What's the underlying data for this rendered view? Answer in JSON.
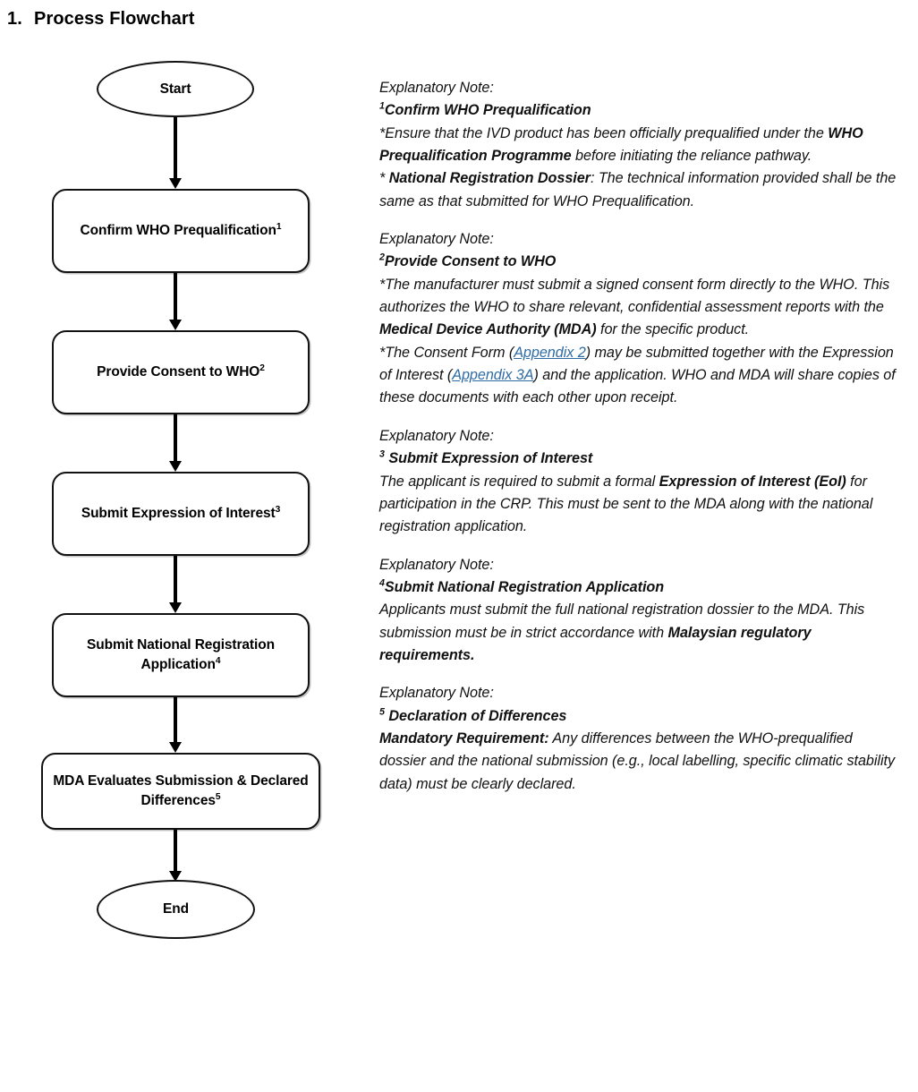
{
  "page": {
    "section_number": "1.",
    "title": "Process Flowchart"
  },
  "flowchart": {
    "type": "flowchart",
    "orientation": "top-to-bottom",
    "nodes": [
      {
        "id": "start",
        "shape": "ellipse",
        "label": "Start",
        "superscript": ""
      },
      {
        "id": "confirm-who-prequalification",
        "shape": "rounded-rect",
        "label": "Confirm WHO Prequalification",
        "superscript": "1"
      },
      {
        "id": "provide-consent-to-who",
        "shape": "rounded-rect",
        "label": "Provide Consent to WHO",
        "superscript": "2"
      },
      {
        "id": "submit-expression-of-interest",
        "shape": "rounded-rect",
        "label": "Submit Expression of Interest",
        "superscript": "3"
      },
      {
        "id": "submit-national-registration-application",
        "shape": "rounded-rect",
        "label": "Submit National Registration Application",
        "superscript": "4"
      },
      {
        "id": "mda-evaluates-submission",
        "shape": "rounded-rect",
        "label": "MDA Evaluates Submission & Declared Differences",
        "superscript": "5"
      },
      {
        "id": "end",
        "shape": "ellipse",
        "label": "End",
        "superscript": ""
      }
    ],
    "edges": [
      {
        "from": "start",
        "to": "confirm-who-prequalification"
      },
      {
        "from": "confirm-who-prequalification",
        "to": "provide-consent-to-who"
      },
      {
        "from": "provide-consent-to-who",
        "to": "submit-expression-of-interest"
      },
      {
        "from": "submit-expression-of-interest",
        "to": "submit-national-registration-application"
      },
      {
        "from": "submit-national-registration-application",
        "to": "mda-evaluates-submission"
      },
      {
        "from": "mda-evaluates-submission",
        "to": "end"
      }
    ]
  },
  "notes": {
    "lead_label": "Explanatory Note:",
    "link_color": "#2E6CA4",
    "items": [
      {
        "ref": "1",
        "heading_prefix": "1",
        "heading": "Confirm WHO Prequalification",
        "body_line_1_a": "*Ensure that the IVD product has been officially prequalified under the ",
        "body_line_1_b": "WHO Prequalification Programme",
        "body_line_1_c": " before initiating the reliance pathway.",
        "body_line_2_a": "* ",
        "body_line_2_b": "National Registration Dossier",
        "body_line_2_c": ": The technical information provided shall be the same as that submitted for WHO Prequalification."
      },
      {
        "ref": "2",
        "heading_prefix": "2",
        "heading": "Provide Consent to WHO",
        "body_line_1_a": "*The manufacturer must submit a signed consent form directly to the WHO. This authorizes the WHO to share relevant, confidential assessment reports with the ",
        "body_line_1_b": "Medical Device Authority (MDA)",
        "body_line_1_c": " for the specific product.",
        "body_line_2_a": "*The Consent Form (",
        "link_1": "Appendix 2",
        "body_line_2_b": ") may be submitted together with the Expression of Interest (",
        "link_2": "Appendix 3A",
        "body_line_2_c": ") and the application. WHO and MDA will share copies of these documents with each other upon receipt."
      },
      {
        "ref": "3",
        "heading_prefix": "3",
        "heading": " Submit Expression of Interest",
        "body_line_1_a": "The applicant is required to submit a formal ",
        "body_line_1_b": "Expression of Interest (EoI)",
        "body_line_1_c": " for participation in the CRP. This must be sent to the MDA along with the national registration application."
      },
      {
        "ref": "4",
        "heading_prefix": "4",
        "heading": "Submit National Registration Application",
        "body_line_1_a": "Applicants must submit the full national registration dossier to the MDA. This submission must be in strict accordance with ",
        "body_line_1_b": "Malaysian regulatory requirements.",
        "body_line_1_c": ""
      },
      {
        "ref": "5",
        "heading_prefix": "5",
        "heading": " Declaration of Differences",
        "body_line_1_a": "",
        "body_line_1_b": "Mandatory Requirement:",
        "body_line_1_c": " Any differences between the WHO-prequalified dossier and the national submission (e.g., local labelling, specific climatic stability data) must be clearly declared."
      }
    ]
  }
}
